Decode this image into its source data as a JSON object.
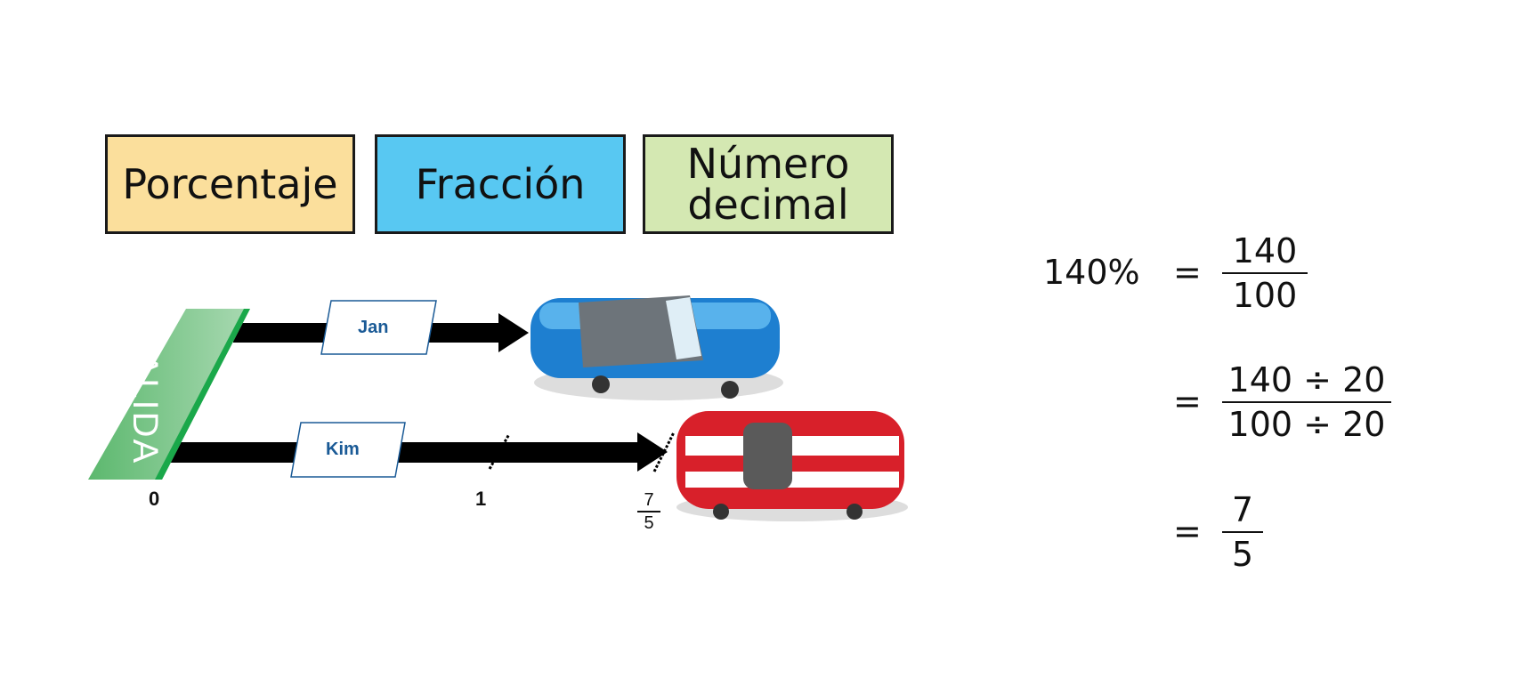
{
  "categories": [
    "Porcentaje",
    "Fracción",
    "Número decimal"
  ],
  "start_label": "SALIDA",
  "racers": [
    {
      "name": "Jan",
      "car_color": "#1e7fd0"
    },
    {
      "name": "Kim",
      "car_color": "#d8202a"
    }
  ],
  "number_line": {
    "zero": "0",
    "one": "1",
    "end_num": "7",
    "end_den": "5"
  },
  "math": {
    "lhs": "140%",
    "eq": "=",
    "step1": {
      "num": "140",
      "den": "100"
    },
    "step2": {
      "num": "140 ÷ 20",
      "den": "100 ÷ 20"
    },
    "step3": {
      "num": "7",
      "den": "5"
    }
  }
}
